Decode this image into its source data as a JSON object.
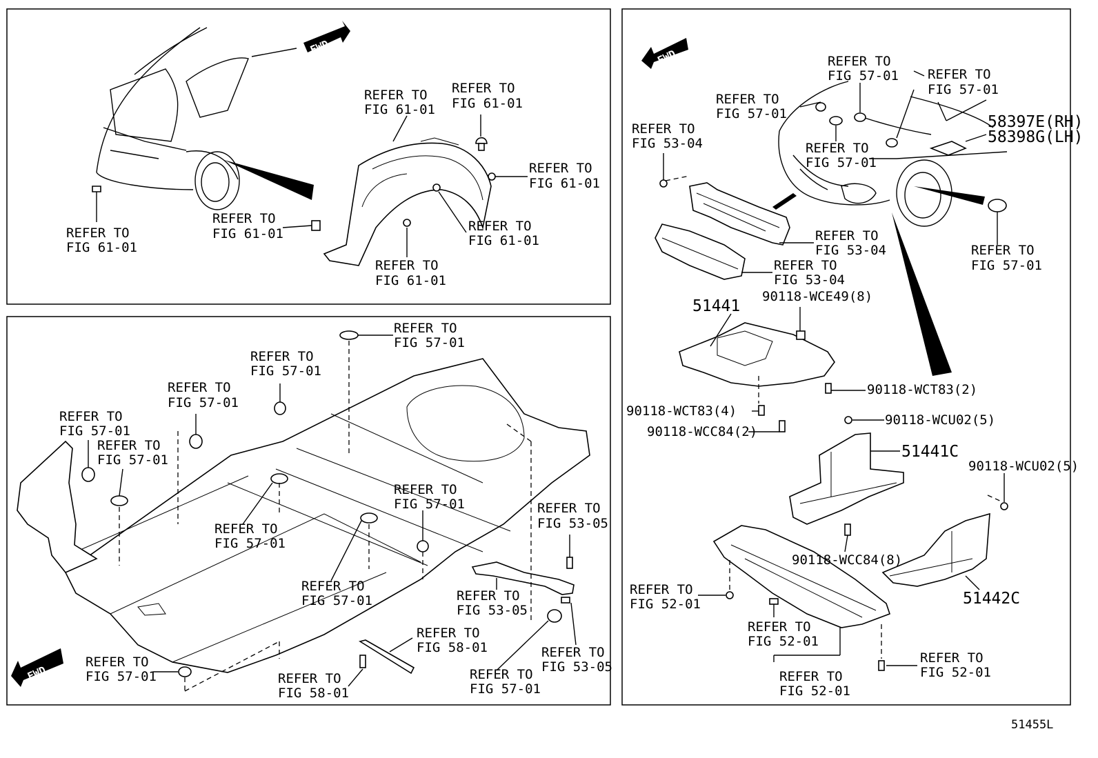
{
  "ref_text": "REFER TO",
  "fwd": "FWD",
  "diagram_code": "51455L",
  "colors": {
    "line": "#000000",
    "background": "#ffffff"
  },
  "callouts": {
    "p1_rear_left": "FIG 61-01",
    "p1_fender_top": "FIG 61-01",
    "p1_clip_top": "FIG 61-01",
    "p1_clip_right": "FIG 61-01",
    "p1_clip_left": "FIG 61-01",
    "p1_clip_lower_right": "FIG 61-01",
    "p1_clip_bottom": "FIG 61-01",
    "p2_top_center": "FIG 57-01",
    "p2_top_left_a": "FIG 57-01",
    "p2_top_left_b": "FIG 57-01",
    "p2_far_left": "FIG 57-01",
    "p2_left": "FIG 57-01",
    "p2_mid_left": "FIG 57-01",
    "p2_mid": "FIG 57-01",
    "p2_mid_right": "FIG 57-01",
    "p2_right_bolt": "FIG 53-05",
    "p2_bracket": "FIG 53-05",
    "p2_right_clip": "FIG 53-05",
    "p2_bottom_left": "FIG 57-01",
    "p2_strip": "FIG 58-01",
    "p2_bolt": "FIG 58-01",
    "p2_grommet": "FIG 57-01",
    "p3_top_a": "FIG 57-01",
    "p3_top_b": "FIG 57-01",
    "p3_top_c": "FIG 57-01",
    "p3_left": "FIG 53-04",
    "p3_mid": "FIG 57-01",
    "p3_grommet": "FIG 57-01",
    "p3_bracket_upper": "FIG 53-04",
    "p3_bracket_lower": "FIG 53-04",
    "p3_bottom_left": "FIG 52-01",
    "p3_bottom_mid": "FIG 52-01",
    "p3_bottom_center": "FIG 52-01",
    "p3_bottom_right": "FIG 52-01"
  },
  "parts": {
    "p58397e": "58397E(RH)",
    "p58398g": "58398G(LH)",
    "p51441": "51441",
    "p51441c": "51441C",
    "p51442c": "51442C",
    "wce49": "90118-WCE49(8)",
    "wct83_2": "90118-WCT83(2)",
    "wct83_4": "90118-WCT83(4)",
    "wcc84_2": "90118-WCC84(2)",
    "wcu02_a": "90118-WCU02(5)",
    "wcu02_b": "90118-WCU02(5)",
    "wcc84_8": "90118-WCC84(8)"
  }
}
